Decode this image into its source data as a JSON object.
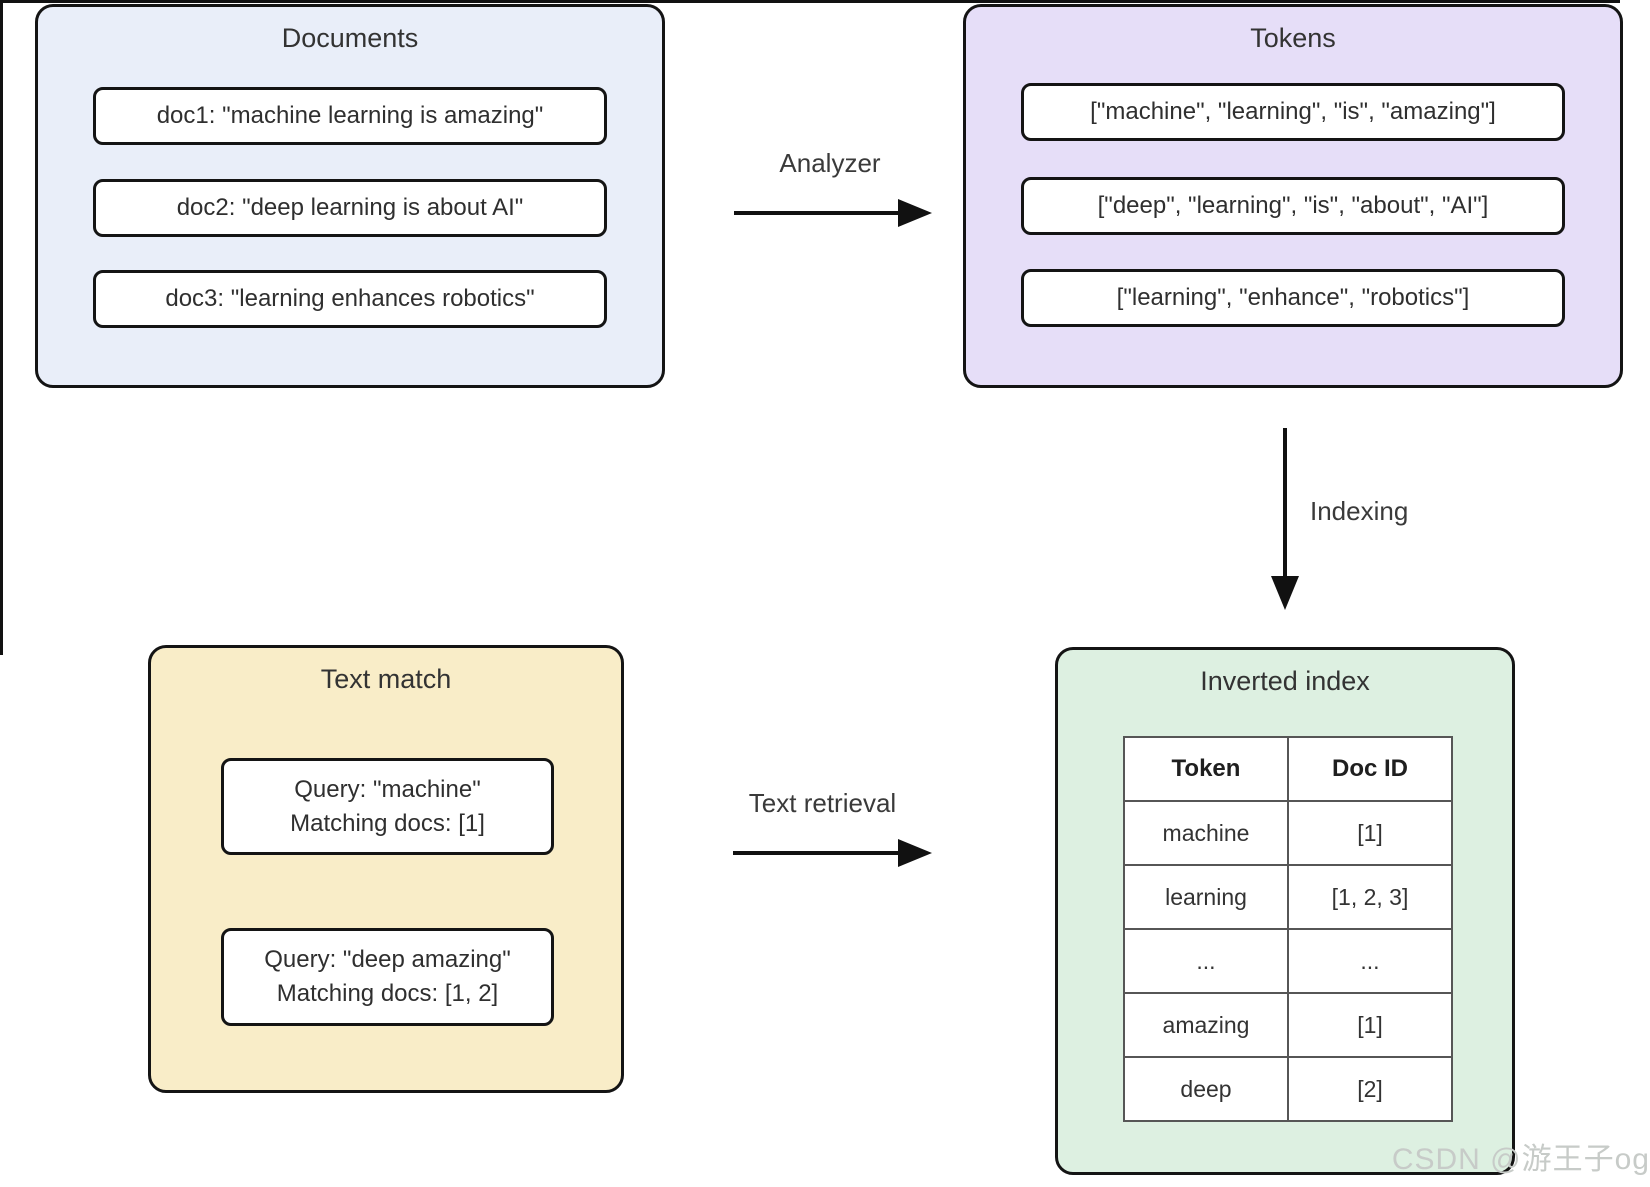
{
  "colors": {
    "documents_fill": "#e9eef9",
    "tokens_fill": "#e6def8",
    "text_match_fill": "#f9edc8",
    "inverted_index_fill": "#ddf0e1",
    "border": "#141414",
    "table_line": "#565656",
    "watermark_gray": "#c7cbc8"
  },
  "boxes": {
    "documents": {
      "title": "Documents",
      "items": [
        "doc1: \"machine learning is amazing\"",
        "doc2: \"deep learning is about AI\"",
        "doc3: \"learning enhances robotics\""
      ]
    },
    "tokens": {
      "title": "Tokens",
      "items": [
        "[\"machine\", \"learning\", \"is\", \"amazing\"]",
        "[\"deep\", \"learning\", \"is\", \"about\", \"AI\"]",
        "[\"learning\", \"enhance\", \"robotics\"]"
      ]
    },
    "text_match": {
      "title": "Text match",
      "items": [
        {
          "line1": "Query: \"machine\"",
          "line2": "Matching docs: [1]"
        },
        {
          "line1": "Query: \"deep amazing\"",
          "line2": "Matching docs: [1, 2]"
        }
      ]
    },
    "inverted_index": {
      "title": "Inverted index",
      "table": {
        "headers": [
          "Token",
          "Doc ID"
        ],
        "rows": [
          [
            "machine",
            "[1]"
          ],
          [
            "learning",
            "[1, 2, 3]"
          ],
          [
            "...",
            "..."
          ],
          [
            "amazing",
            "[1]"
          ],
          [
            "deep",
            "[2]"
          ]
        ]
      }
    }
  },
  "arrows": {
    "analyzer": {
      "label": "Analyzer"
    },
    "indexing": {
      "label": "Indexing"
    },
    "text_retrieval": {
      "label": "Text retrieval"
    }
  },
  "watermark": "CSDN @游王子og"
}
